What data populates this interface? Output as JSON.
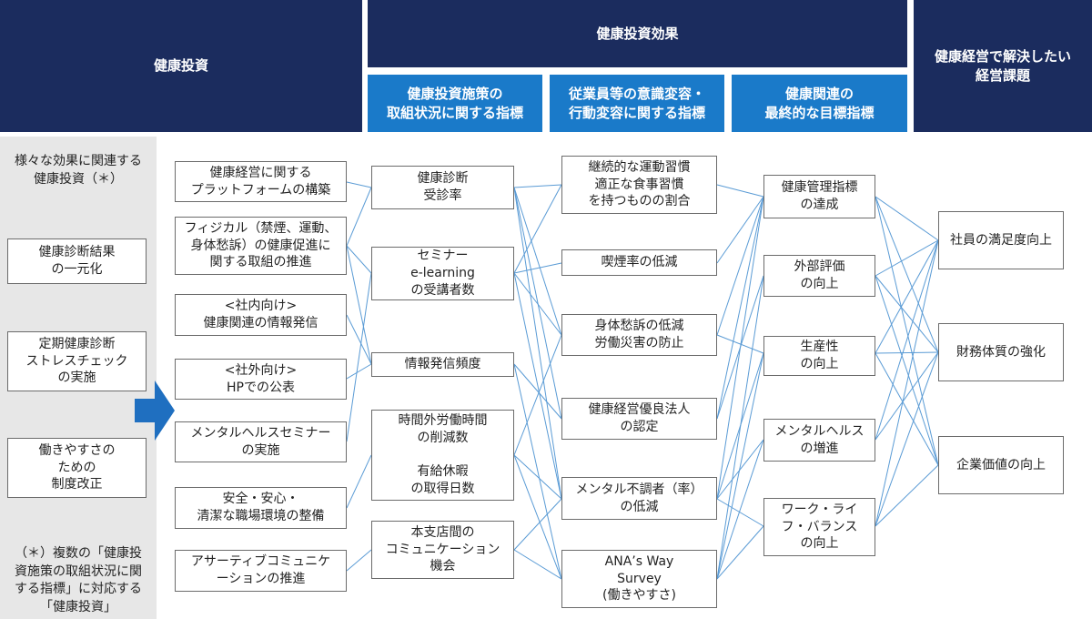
{
  "header": {
    "investment": "健康投資",
    "effect": "健康投資効果",
    "issues": "健康経営で解決したい\n経営課題",
    "sub1": "健康投資施策の\n取組状況に関する指標",
    "sub2": "従業員等の意識変容・\n行動変容に関する指標",
    "sub3": "健康関連の\n最終的な目標指標"
  },
  "left": {
    "note_top": "様々な効果に関連する\n健康投資（＊）",
    "items": [
      "健康診断結果\nの一元化",
      "定期健康診断\nストレスチェック\nの実施",
      "働きやすさの\nための\n制度改正"
    ],
    "note_bottom": "（＊）複数の「健康投\n資施策の取組状況に関\nする指標」に対応する\n「健康投資」"
  },
  "col1": [
    "健康経営に関する\nプラットフォームの構築",
    "フィジカル（禁煙、運動、\n身体愁訴）の健康促進に\n関する取組の推進",
    "<社内向け>\n健康関連の情報発信",
    "<社外向け>\nHPでの公表",
    "メンタルヘルスセミナー\nの実施",
    "安全・安心・\n清潔な職場環境の整備",
    "アサーティブコミュニケ\nーションの推進"
  ],
  "col2": [
    "健康診断\n受診率",
    "セミナー\ne-learning\nの受講者数",
    "情報発信頻度",
    "時間外労働時間\nの削減数\n\n有給休暇\nの取得日数",
    "本支店間の\nコミュニケーション\n機会"
  ],
  "col3": [
    "継続的な運動習慣\n適正な食事習慣\nを持つものの割合",
    "喫煙率の低減",
    "身体愁訴の低減\n労働災害の防止",
    "健康経営優良法人\nの認定",
    "メンタル不調者（率）\nの低減",
    "ANA’s Way\nSurvey\n(働きやすさ)"
  ],
  "col4": [
    "健康管理指標\nの達成",
    "外部評価\nの向上",
    "生産性\nの向上",
    "メンタルヘルス\nの増進",
    "ワーク・ライ\nフ・バランス\nの向上"
  ],
  "col5": [
    "社員の満足度向上",
    "財務体質の強化",
    "企業価値の向上"
  ],
  "colors": {
    "navy": "#1b2c5e",
    "blue": "#1a7ac9",
    "line": "#5a9bd5",
    "arrow": "#1f6fc0",
    "panel": "#e7e7e7"
  },
  "icons": {
    "arrow": "right-arrow-icon"
  }
}
